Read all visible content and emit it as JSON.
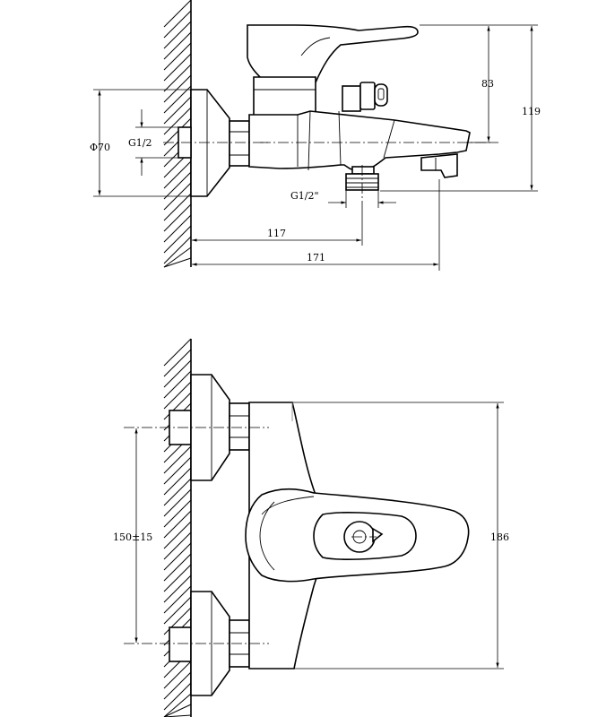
{
  "side_view": {
    "dims": {
      "flange_diameter": "Φ70",
      "inlet_thread": "G1/2",
      "outlet_thread": "G1/2\"",
      "height_spout": "83",
      "height_total": "119",
      "depth_outlet": "117",
      "depth_total": "171"
    }
  },
  "front_view": {
    "dims": {
      "inlet_spacing": "150±15",
      "total_width": "186"
    }
  }
}
